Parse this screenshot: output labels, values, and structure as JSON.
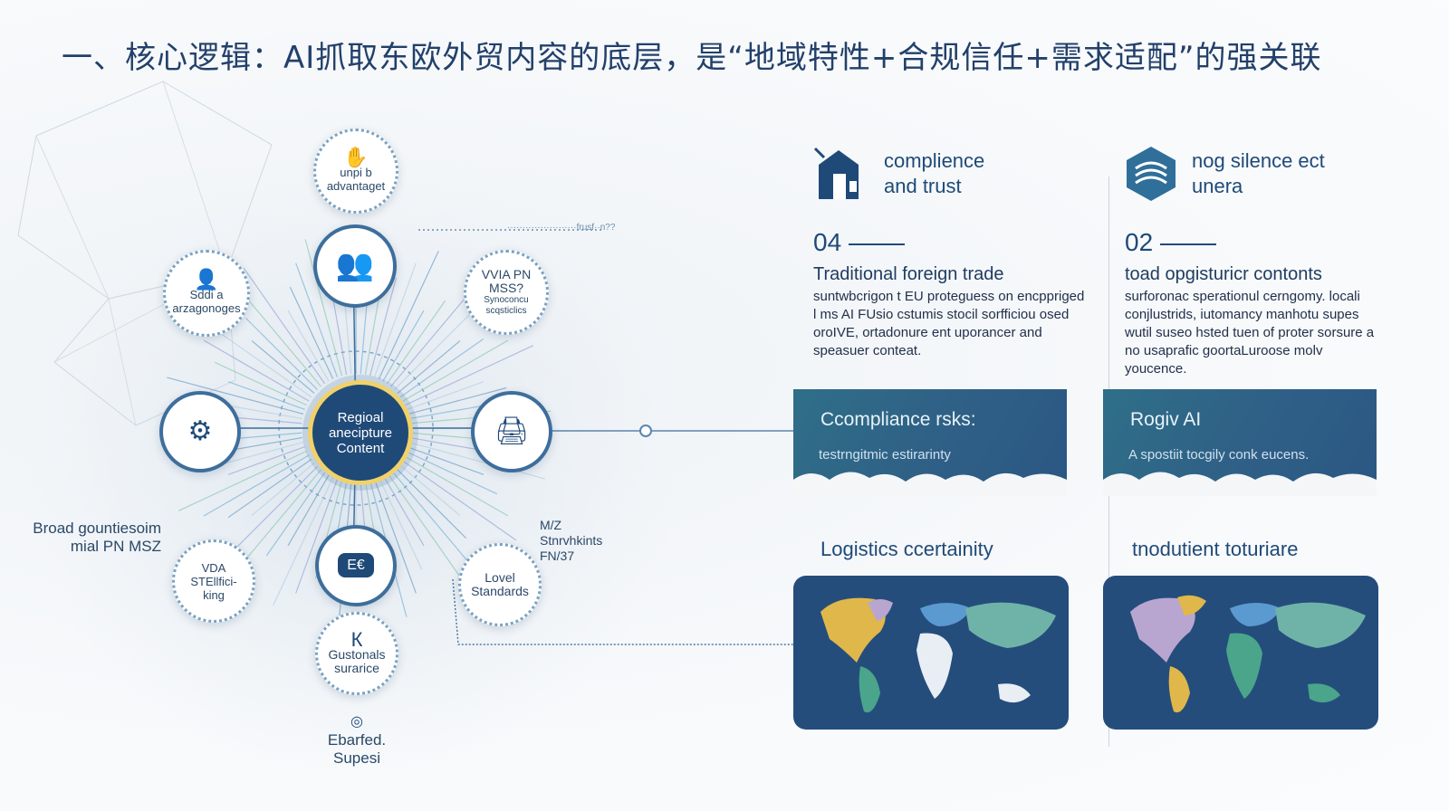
{
  "title": "一、核心逻辑：AI抓取东欧外贸内容的底层，是“地域特性+合规信任+需求适配”的强关联",
  "hub": {
    "center_label": "Regioal anecipture Content",
    "top_caption": "·······················frusf··n??",
    "nodes": [
      {
        "label": "unpi b advantaget"
      },
      {
        "label": "VVIA PN MSS?",
        "sub": "Synoconcu scqsticlics"
      },
      {
        "label": "Sddi a arzagonoges"
      },
      {
        "label": "VDA STEllfici- king"
      },
      {
        "label": "Lovel Standards"
      },
      {
        "label": "Gustonals surarice"
      }
    ],
    "side_left": "Broad gountiesoim mial PN MSZ",
    "side_right": "M/Z Stnrvhkints FN/37",
    "bottom": "Ebarfed. Supesi"
  },
  "columns": [
    {
      "heading": "complience and trust",
      "number": "04",
      "subheading": "Traditional foreign trade",
      "paragraph": "suntwbcrigon t EU proteguess on encppriged l ms AI FUsio cstumis stocil sorfficiou osed oroIVE, ortadonure ent uporancer and speasuer conteat.",
      "banner_title": "Ccompliance rsks:",
      "banner_sub": "testrngitmic estirarinty",
      "map_title": "Logistics ccertainity"
    },
    {
      "heading": "nog silence ect unera",
      "number": "02",
      "subheading": "toad opgisturicr contonts",
      "paragraph": "surforonac sperationul cerngomy. locali conjlustrids, iutomancy manhotu supes wutil suseo hsted tuen of proter sorsure a no usaprafic goortaLuroose molv youcence.",
      "banner_title": "Rogiv AI",
      "banner_sub": "A spostiit tocgily conk eucens.",
      "map_title": "tnodutient toturiare"
    }
  ],
  "colors": {
    "navy": "#1f4a78",
    "accent_gold": "#f1d16a",
    "teal": "#2f6f88"
  }
}
